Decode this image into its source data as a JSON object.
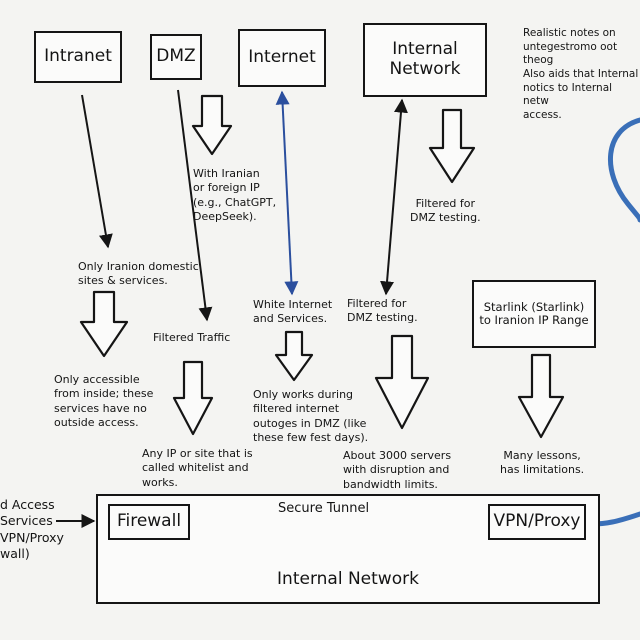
{
  "nodes": {
    "intranet": "Intranet",
    "dmz": "DMZ",
    "internet": "Internet",
    "internal_network": "Internal\nNetwork",
    "starlink": "Starlink (Starlink)\nto Iranion IP Range",
    "firewall": "Firewall",
    "vpn_proxy": "VPN/Proxy",
    "internal_network_bottom": "Internal Network"
  },
  "notes": {
    "top_right": "Realistic notes on\nuntegestromo oot theog\nAlso aids that Internal\nnotics to Internal netw\naccess.",
    "dmz_ip": "With Iranian\nor foreign IP\n(e.g., ChatGPT,\nDeepSeek).",
    "filtered_dmz_top": "Filtered for\nDMZ testing.",
    "only_iranion": "Only Iranion domestic\nsites & services.",
    "white_internet": "White Internet\nand Services.",
    "filtered_dmz_mid": "Filtered for\nDMZ testing.",
    "filtered_traffic": "Filtered Traffic",
    "only_accessible": "Only accessible\nfrom inside; these\nservices have no\noutside access.",
    "only_works": "Only works during\nfiltered internet\noutoges in DMZ (like\nthese few fest days).",
    "any_ip": "Any IP or site that is\ncalled whitelist and\nworks.",
    "about_3000": "About 3000 servers\nwith disruption and\nbandwidth limits.",
    "many_lessons": "Many lessons,\nhas limitations.",
    "left_cut": "d Access\nServices\nVPN/Proxy\nwall)",
    "secure_tunnel": "Secure Tunnel"
  },
  "colors": {
    "ink": "#151515",
    "blue_arrow": "#2b4f9e",
    "cable": "#3a6fb8",
    "board": "#f4f4f2"
  }
}
